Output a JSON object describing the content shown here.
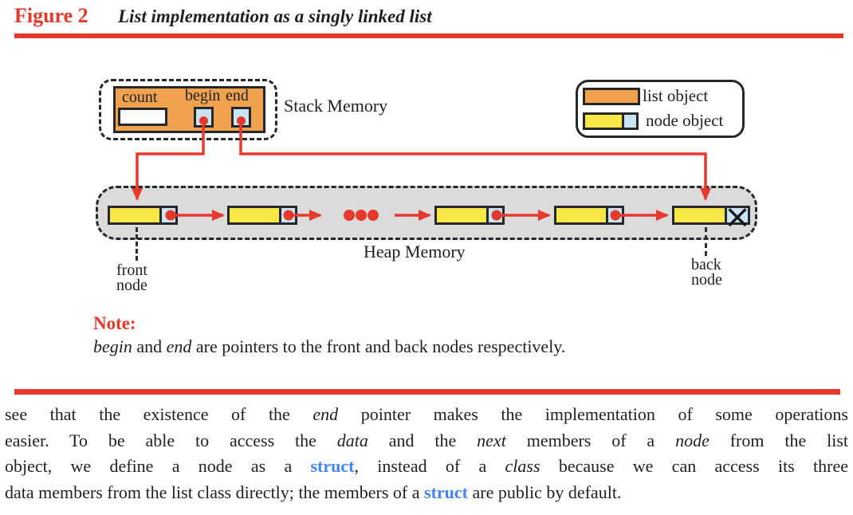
{
  "colors": {
    "accent-red": "#e6392c",
    "list-orange": "#f0a24e",
    "node-yellow": "#f8e747",
    "pointer-blue": "#c8e5f1",
    "heap-gray": "#dbdbdb",
    "keyword-blue": "#4285f5",
    "ink": "#1c2024"
  },
  "figure_header": {
    "label": "Figure 2",
    "title": "List implementation as a singly linked list"
  },
  "stack": {
    "caption": "Stack Memory",
    "fields": {
      "count": "count",
      "begin": "begin",
      "end": "end"
    }
  },
  "legend": {
    "items": [
      {
        "label": "list object"
      },
      {
        "label": "node object"
      }
    ]
  },
  "heap": {
    "caption": "Heap Memory",
    "front_tag": {
      "line1": "front",
      "line2": "node"
    },
    "back_tag": {
      "line1": "back",
      "line2": "node"
    },
    "ellipsis": "..."
  },
  "note": {
    "label": "Note:",
    "segments": [
      {
        "t": "begin",
        "style": "i"
      },
      {
        "t": " and ",
        "style": "n"
      },
      {
        "t": "end",
        "style": "i"
      },
      {
        "t": " are pointers to the front and back nodes respectively.",
        "style": "n"
      }
    ]
  },
  "paragraph": {
    "lines": [
      [
        {
          "t": "see that the existence of the ",
          "style": "n"
        },
        {
          "t": "end",
          "style": "i"
        },
        {
          "t": " pointer makes the implementation of some operations",
          "style": "n"
        }
      ],
      [
        {
          "t": "easier. To be able to access the ",
          "style": "n"
        },
        {
          "t": "data",
          "style": "i"
        },
        {
          "t": " and the ",
          "style": "n"
        },
        {
          "t": "next",
          "style": "i"
        },
        {
          "t": " members of a ",
          "style": "n"
        },
        {
          "t": "node",
          "style": "i"
        },
        {
          "t": " from the list",
          "style": "n"
        }
      ],
      [
        {
          "t": "object, we define a node as a ",
          "style": "n"
        },
        {
          "t": "struct",
          "style": "kw"
        },
        {
          "t": ", instead of a ",
          "style": "n"
        },
        {
          "t": "class",
          "style": "i"
        },
        {
          "t": " because we can access its three",
          "style": "n"
        }
      ],
      [
        {
          "t": "data members from the list class directly; the members of a ",
          "style": "n"
        },
        {
          "t": "struct",
          "style": "kw"
        },
        {
          "t": " are public by default.",
          "style": "n"
        }
      ]
    ]
  }
}
